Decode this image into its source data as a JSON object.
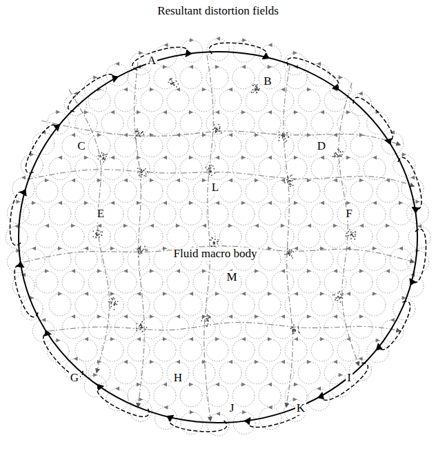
{
  "diagram": {
    "title": "Resultant distortion fields",
    "nodes": [
      {
        "text": [
          "Fluid macro body"
        ]
      }
    ],
    "labels": [
      "A",
      "B",
      "C",
      "D",
      "L",
      "E",
      "F",
      "M",
      "G",
      "H",
      "I",
      "J",
      "K"
    ]
  }
}
